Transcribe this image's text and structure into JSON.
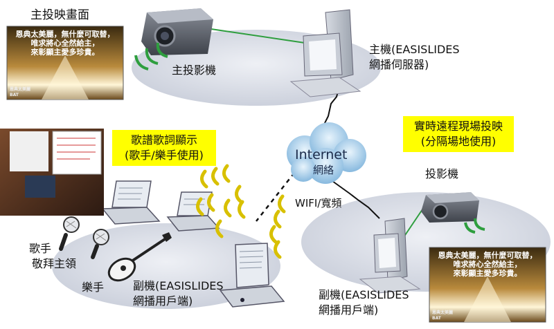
{
  "labels": {
    "main_screen_title": "主投映畫面",
    "main_projector": "主投影機",
    "host_line1": "主機(EASISLIDES",
    "host_line2": "網播伺服器)",
    "lyrics_box_line1": "歌譜歌詞顯示",
    "lyrics_box_line2": "(歌手/樂手使用)",
    "remote_box_line1": "實時遠程現場投映",
    "remote_box_line2": "(分隔場地使用)",
    "internet": "Internet",
    "network": "網絡",
    "wifi": "WIFI/寬頻",
    "projector": "投影機",
    "singer": "歌手",
    "worship_leader": "敬拜主領",
    "musician": "樂手",
    "client_left_line1": "副機(EASISLIDES",
    "client_left_line2": "網播用戶端)",
    "client_right_line1": "副機(EASISLIDES",
    "client_right_line2": "網播用戶端)"
  },
  "slide": {
    "line1": "恩典太美麗，無什麼可取替，",
    "line2": "唯求將心全然給主，",
    "line3": "來彰顯主愛多珍貴。",
    "footer1": "恩典太美麗",
    "footer2": "BAT"
  },
  "colors": {
    "highlight": "#ffff00",
    "link": "#2e9e3e",
    "ellipse": "#dfe3ec",
    "wave": "#d8c000",
    "cloud": "#9ec8e6"
  }
}
